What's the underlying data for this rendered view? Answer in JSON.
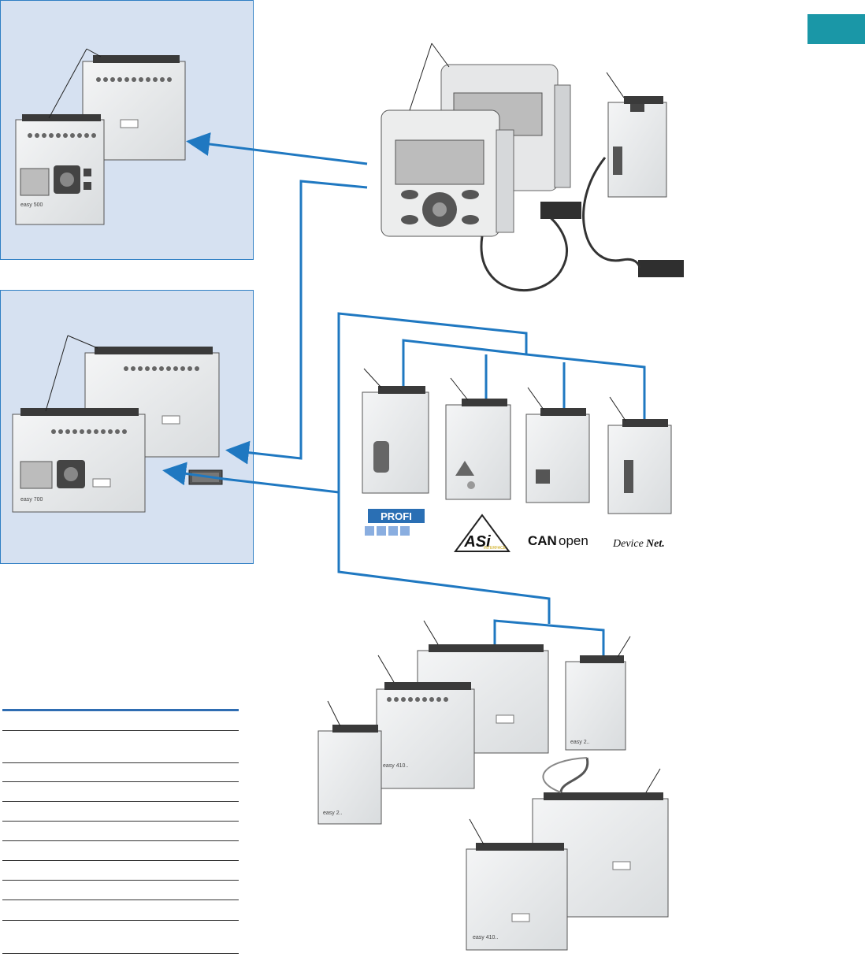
{
  "logos": {
    "profi": "PROFI",
    "asi": "ASi",
    "asi_sub": "INTERFACE",
    "canopen_bold": "CAN",
    "canopen_light": "open",
    "devicenet_a": "Device",
    "devicenet_b": "Net."
  },
  "device_labels": {
    "easy_700": "easy 700",
    "easy_500": "easy 500",
    "easy_2": "easy 2..",
    "easy_410": "easy 410.."
  },
  "colors": {
    "accent_blue": "#2f7fc4",
    "panel_bg": "#d6e1f1",
    "teal_tab": "#1a97a7",
    "table_rule": "#2f6db2"
  }
}
